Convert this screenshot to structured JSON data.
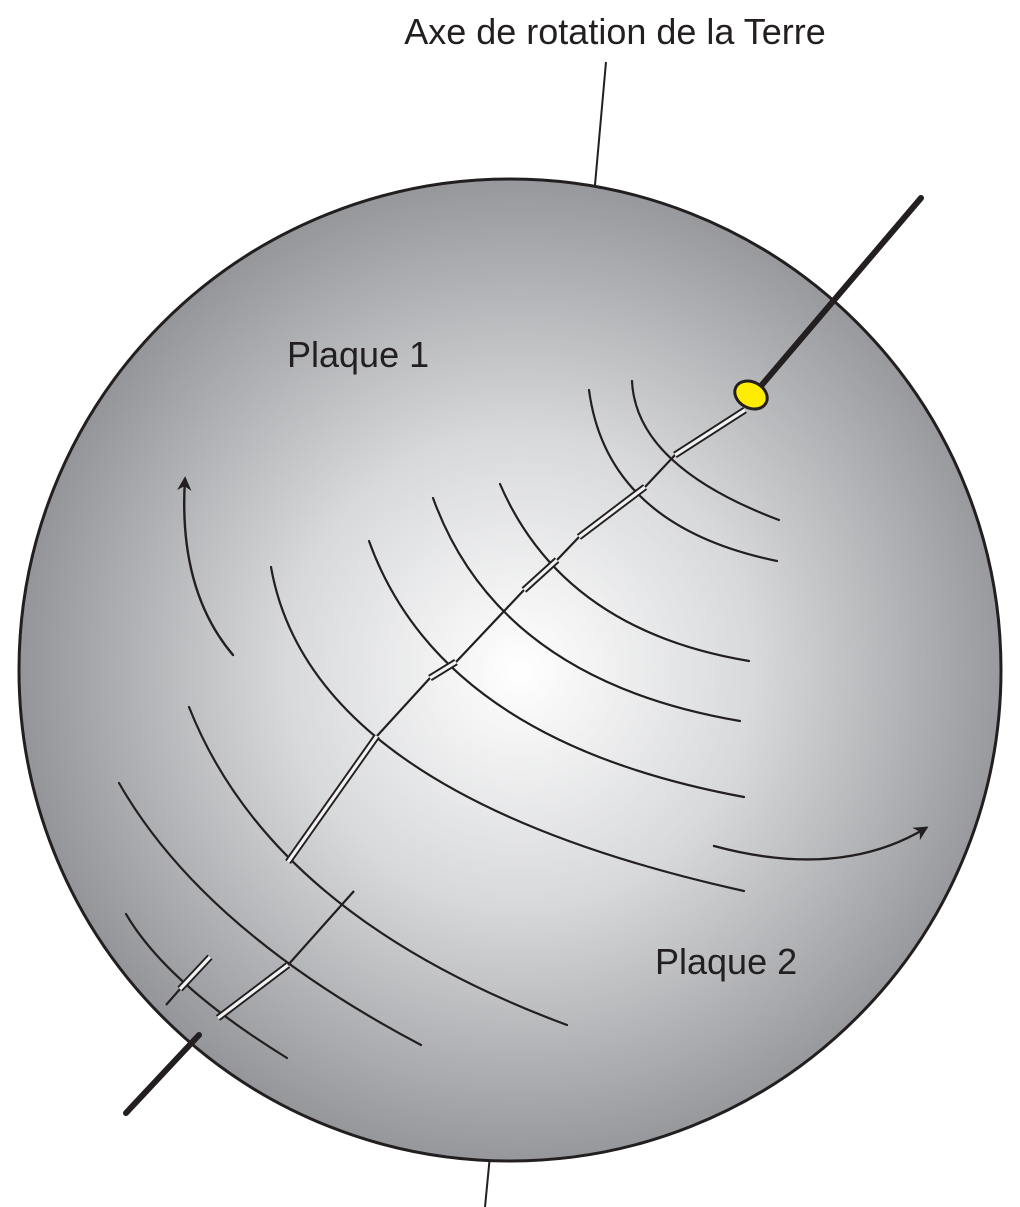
{
  "labels": {
    "axis_title": "Axe de rotation de la Terre",
    "plate_1": "Plaque 1",
    "plate_2": "Plaque 2"
  },
  "colors": {
    "globe_edge": "#8f9094",
    "globe_center": "#ffffff",
    "pole_marker": "#ffec00",
    "ink": "#231f20"
  },
  "icons": {
    "motion_arrow_1": "curved-arrow-up",
    "motion_arrow_2": "curved-arrow-right"
  }
}
